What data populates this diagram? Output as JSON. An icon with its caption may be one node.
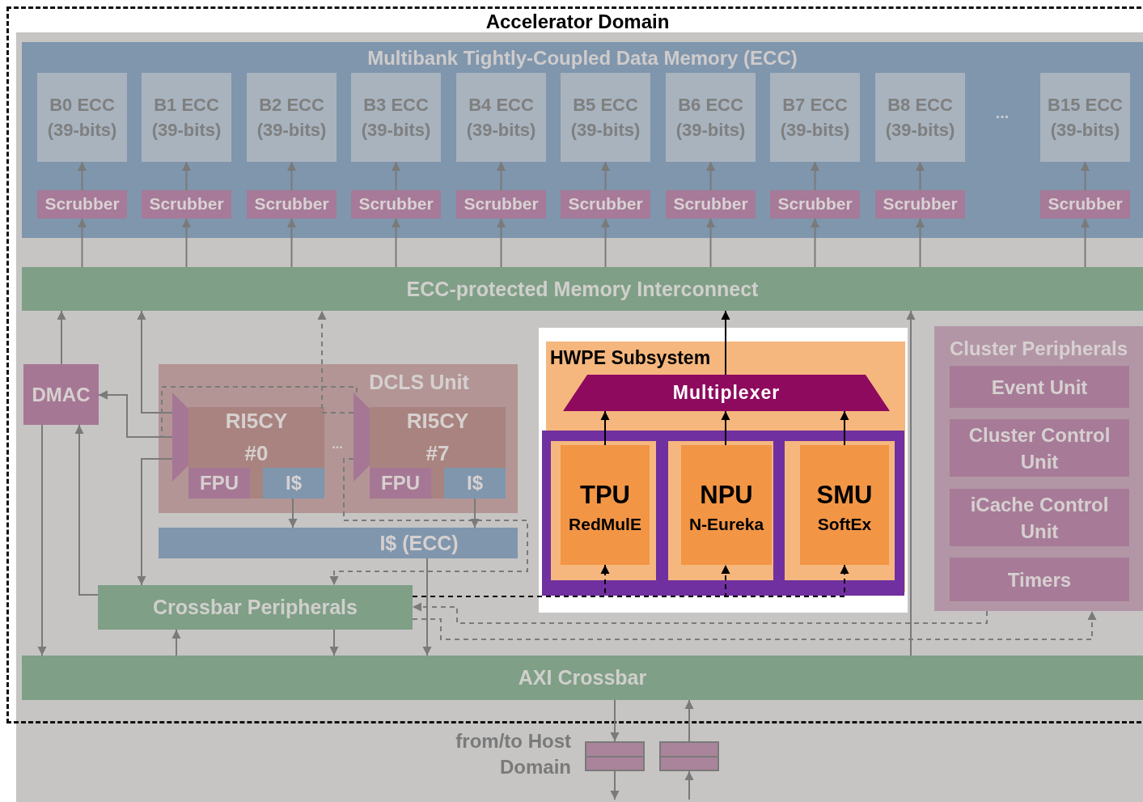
{
  "diagram": {
    "nodes": [
      {
        "text": [
          "Accelerator Domain"
        ]
      },
      {
        "text": [
          "Multibank Tightly-Coupled Data Memory (ECC)"
        ],
        "in": 0
      },
      {
        "text": [
          "B0 ECC (39-bits)"
        ],
        "in": 1
      },
      {
        "text": [
          "B1 ECC (39-bits)"
        ],
        "in": 1
      },
      {
        "text": [
          "B2 ECC (39-bits)"
        ],
        "in": 1
      },
      {
        "text": [
          "B3 ECC (39-bits)"
        ],
        "in": 1
      },
      {
        "text": [
          "B4 ECC (39-bits)"
        ],
        "in": 1
      },
      {
        "text": [
          "B5 ECC (39-bits)"
        ],
        "in": 1
      },
      {
        "text": [
          "B6 ECC (39-bits)"
        ],
        "in": 1
      },
      {
        "text": [
          "B7 ECC (39-bits)"
        ],
        "in": 1
      },
      {
        "text": [
          "B8 ECC (39-bits)"
        ],
        "in": 1
      },
      {
        "text": [
          "B15 ECC (39-bits)"
        ],
        "in": 1
      },
      {
        "text": [
          "Scrubber"
        ],
        "in": 1
      },
      {
        "text": [
          "Scrubber"
        ],
        "in": 1
      },
      {
        "text": [
          "Scrubber"
        ],
        "in": 1
      },
      {
        "text": [
          "Scrubber"
        ],
        "in": 1
      },
      {
        "text": [
          "Scrubber"
        ],
        "in": 1
      },
      {
        "text": [
          "Scrubber"
        ],
        "in": 1
      },
      {
        "text": [
          "Scrubber"
        ],
        "in": 1
      },
      {
        "text": [
          "Scrubber"
        ],
        "in": 1
      },
      {
        "text": [
          "Scrubber"
        ],
        "in": 1
      },
      {
        "text": [
          "Scrubber"
        ],
        "in": 1
      },
      {
        "text": [
          "ECC-protected Memory Interconnect"
        ],
        "in": 0
      },
      {
        "text": [
          "DMAC"
        ],
        "in": 0
      },
      {
        "text": [
          "DCLS Unit"
        ],
        "in": 0
      },
      {
        "text": [
          "RI5CY",
          "#0"
        ],
        "in": 24
      },
      {
        "text": [
          "FPU"
        ],
        "in": 25
      },
      {
        "text": [
          "I$"
        ],
        "in": 25
      },
      {
        "text": [
          "RI5CY",
          "#7"
        ],
        "in": 24
      },
      {
        "text": [
          "FPU"
        ],
        "in": 28
      },
      {
        "text": [
          "I$"
        ],
        "in": 28
      },
      {
        "text": [],
        "shape": "trapezoid",
        "in": 24
      },
      {
        "text": [],
        "shape": "trapezoid",
        "in": 24
      },
      {
        "text": [
          "I$ (ECC)"
        ],
        "in": 0
      },
      {
        "text": [
          "Crossbar Peripherals"
        ],
        "in": 0
      },
      {
        "text": [
          "HWPE Subsystem"
        ],
        "in": 0
      },
      {
        "text": [
          "Multiplexer"
        ],
        "in": 35
      },
      {
        "text": [
          "TPU",
          "RedMulE"
        ],
        "in": 35
      },
      {
        "text": [
          "NPU",
          "N-Eureka"
        ],
        "in": 35
      },
      {
        "text": [
          "SMU",
          "SoftEx"
        ],
        "in": 35
      },
      {
        "text": [
          "Cluster Peripherals"
        ],
        "in": 0
      },
      {
        "text": [
          "Event Unit"
        ],
        "in": 40
      },
      {
        "text": [
          "Cluster Control Unit"
        ],
        "in": 40
      },
      {
        "text": [
          "iCache Control Unit"
        ],
        "in": 40
      },
      {
        "text": [
          "Timers"
        ],
        "in": 40
      },
      {
        "text": [
          "AXI Crossbar"
        ],
        "in": 0
      },
      {
        "text": [],
        "shape": "box"
      },
      {
        "text": [],
        "shape": "box"
      }
    ],
    "edges": [
      {
        "from": 12,
        "to": 2,
        "arrow": "to"
      },
      {
        "from": 13,
        "to": 3,
        "arrow": "to"
      },
      {
        "from": 14,
        "to": 4,
        "arrow": "to"
      },
      {
        "from": 15,
        "to": 5,
        "arrow": "to"
      },
      {
        "from": 16,
        "to": 6,
        "arrow": "to"
      },
      {
        "from": 17,
        "to": 7,
        "arrow": "to"
      },
      {
        "from": 18,
        "to": 8,
        "arrow": "to"
      },
      {
        "from": 19,
        "to": 9,
        "arrow": "to"
      },
      {
        "from": 20,
        "to": 10,
        "arrow": "to"
      },
      {
        "from": 21,
        "to": 11,
        "arrow": "to"
      },
      {
        "from": 22,
        "to": 12,
        "arrow": "to"
      },
      {
        "from": 22,
        "to": 13,
        "arrow": "to"
      },
      {
        "from": 22,
        "to": 14,
        "arrow": "to"
      },
      {
        "from": 22,
        "to": 15,
        "arrow": "to"
      },
      {
        "from": 22,
        "to": 16,
        "arrow": "to"
      },
      {
        "from": 22,
        "to": 17,
        "arrow": "to"
      },
      {
        "from": 22,
        "to": 18,
        "arrow": "to"
      },
      {
        "from": 22,
        "to": 19,
        "arrow": "to"
      },
      {
        "from": 22,
        "to": 20,
        "arrow": "to"
      },
      {
        "from": 22,
        "to": 21,
        "arrow": "to"
      },
      {
        "from": 23,
        "to": 22,
        "arrow": "to"
      },
      {
        "from": 31,
        "to": 22,
        "arrow": "to"
      },
      {
        "from": 32,
        "to": 22,
        "arrow": "to",
        "style": "dashed"
      },
      {
        "from": 31,
        "to": 23,
        "arrow": "to"
      },
      {
        "from": 32,
        "to": 23,
        "arrow": "to",
        "style": "dashed"
      },
      {
        "from": 31,
        "to": 34,
        "arrow": "to"
      },
      {
        "from": 32,
        "to": 34,
        "arrow": "to",
        "style": "dashed"
      },
      {
        "from": 27,
        "to": 33,
        "arrow": "to"
      },
      {
        "from": 30,
        "to": 33,
        "arrow": "to"
      },
      {
        "from": 33,
        "to": 45,
        "arrow": "to"
      },
      {
        "from": 34,
        "to": 23,
        "arrow": "to"
      },
      {
        "from": 23,
        "to": 45,
        "arrow": "to"
      },
      {
        "from": 45,
        "to": 34,
        "arrow": "to"
      },
      {
        "from": 34,
        "to": 45,
        "arrow": "to"
      },
      {
        "from": 45,
        "to": 22,
        "arrow": "to"
      },
      {
        "from": 36,
        "to": 22,
        "arrow": "to",
        "color": "#000000"
      },
      {
        "from": 37,
        "to": 36,
        "arrow": "to",
        "color": "#000000"
      },
      {
        "from": 38,
        "to": 36,
        "arrow": "to",
        "color": "#000000"
      },
      {
        "from": 39,
        "to": 36,
        "arrow": "to",
        "color": "#000000"
      },
      {
        "from": 34,
        "to": 37,
        "arrow": "to",
        "style": "dashed",
        "color": "#000000"
      },
      {
        "from": 34,
        "to": 38,
        "arrow": "to",
        "style": "dashed",
        "color": "#000000"
      },
      {
        "from": 34,
        "to": 39,
        "arrow": "to",
        "style": "dashed",
        "color": "#000000"
      },
      {
        "from": 40,
        "to": 34,
        "arrow": "to",
        "style": "dashed"
      },
      {
        "from": 34,
        "to": 40,
        "arrow": "to",
        "style": "dashed"
      },
      {
        "from": 45,
        "to": 46,
        "arrow": "to"
      },
      {
        "from": 46,
        "to": null,
        "arrow": "to"
      },
      {
        "from": null,
        "to": 47,
        "arrow": "to"
      },
      {
        "from": 47,
        "to": 45,
        "arrow": "to"
      }
    ],
    "labels": [
      "...",
      "...",
      "from/to Host Domain"
    ]
  }
}
